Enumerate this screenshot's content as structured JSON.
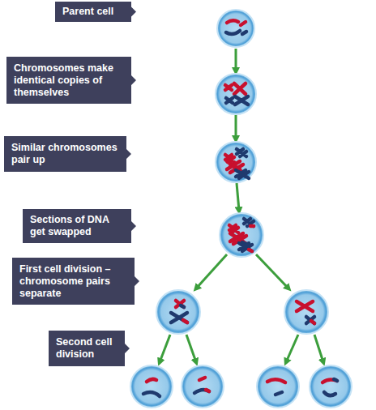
{
  "diagram": {
    "nodes": [
      {
        "text": [
          "Parent cell"
        ]
      },
      {
        "text": [
          "Chromosomes make identical copies of themselves"
        ]
      },
      {
        "text": [
          "Similar chromosomes pair up"
        ]
      },
      {
        "text": [
          "Sections of DNA get swapped"
        ]
      },
      {
        "text": [
          "First cell division – chromosome pairs separate"
        ]
      },
      {
        "text": [
          "Second cell division"
        ]
      }
    ]
  }
}
